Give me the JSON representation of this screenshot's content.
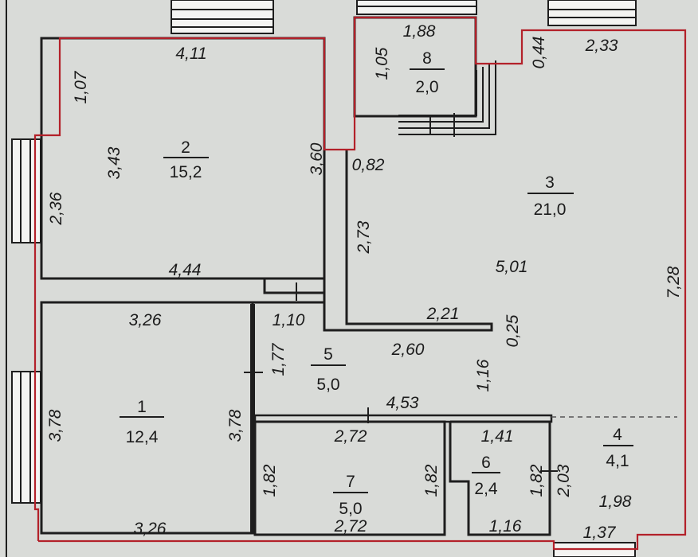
{
  "plan": {
    "wall_color": "#1e1e1e",
    "outline_color": "#b3212a",
    "background": "#d9dbd8",
    "rooms": [
      {
        "num": "1",
        "area": "12,4"
      },
      {
        "num": "2",
        "area": "15,2"
      },
      {
        "num": "3",
        "area": "21,0"
      },
      {
        "num": "4",
        "area": "4,1"
      },
      {
        "num": "5",
        "area": "5,0"
      },
      {
        "num": "6",
        "area": "2,4"
      },
      {
        "num": "7",
        "area": "5,0"
      },
      {
        "num": "8",
        "area": "2,0"
      }
    ],
    "dimensions": {
      "d_4_11": "4,11",
      "d_1_07": "1,07",
      "d_3_43": "3,43",
      "d_2_36": "2,36",
      "d_3_60": "3,60",
      "d_4_44": "4,44",
      "d_3_26_top": "3,26",
      "d_1_10": "1,10",
      "d_1_77": "1,77",
      "d_3_78_left": "3,78",
      "d_3_78_right": "3,78",
      "d_3_26_bottom": "3,26",
      "d_1_88": "1,88",
      "d_1_05": "1,05",
      "d_0_44": "0,44",
      "d_2_33": "2,33",
      "d_0_82": "0,82",
      "d_2_73": "2,73",
      "d_5_01": "5,01",
      "d_7_28": "7,28",
      "d_2_21": "2,21",
      "d_0_25": "0,25",
      "d_2_60": "2,60",
      "d_1_16_mid": "1,16",
      "d_4_53": "4,53",
      "d_2_72_top": "2,72",
      "d_1_82_a": "1,82",
      "d_1_82_b": "1,82",
      "d_2_72_bottom": "2,72",
      "d_1_41": "1,41",
      "d_1_82_c": "1,82",
      "d_1_16_bottom": "1,16",
      "d_2_03": "2,03",
      "d_1_98": "1,98",
      "d_1_37": "1,37"
    }
  }
}
